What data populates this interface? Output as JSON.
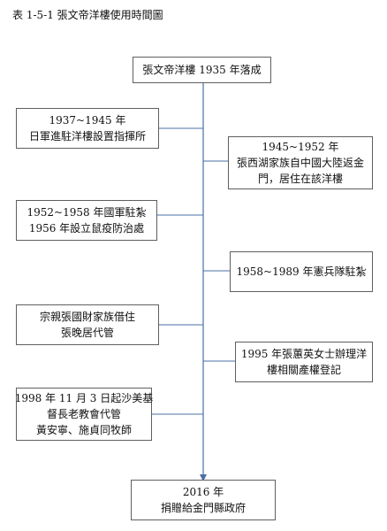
{
  "caption": "表 1-5-1  張文帝洋樓使用時間圖",
  "nodes": [
    {
      "id": "start",
      "lines": [
        "張文帝洋樓 1935 年落成"
      ]
    },
    {
      "id": "e1",
      "lines": [
        "1937~1945 年",
        "日軍進駐洋樓設置指揮所"
      ]
    },
    {
      "id": "e2",
      "lines": [
        "1945~1952 年",
        "張西湖家族自中國大陸返金",
        "門，居住在該洋樓"
      ]
    },
    {
      "id": "e3",
      "lines": [
        "1952~1958 年國軍駐紮",
        "1956 年設立鼠疫防治處"
      ]
    },
    {
      "id": "e4",
      "lines": [
        "1958~1989 年憲兵隊駐紮"
      ]
    },
    {
      "id": "e5",
      "lines": [
        "宗親張國財家族借住",
        "張晚居代管"
      ]
    },
    {
      "id": "e6",
      "lines": [
        "1995 年張蕙英女士辦理洋",
        "樓相關產權登記"
      ]
    },
    {
      "id": "e7",
      "lines": [
        "1998 年 11 月 3 日起沙美基",
        "督長老教會代管",
        "黃安寧、施貞同牧師"
      ]
    },
    {
      "id": "end",
      "lines": [
        "2016 年",
        "捐贈給金門縣政府"
      ]
    }
  ]
}
